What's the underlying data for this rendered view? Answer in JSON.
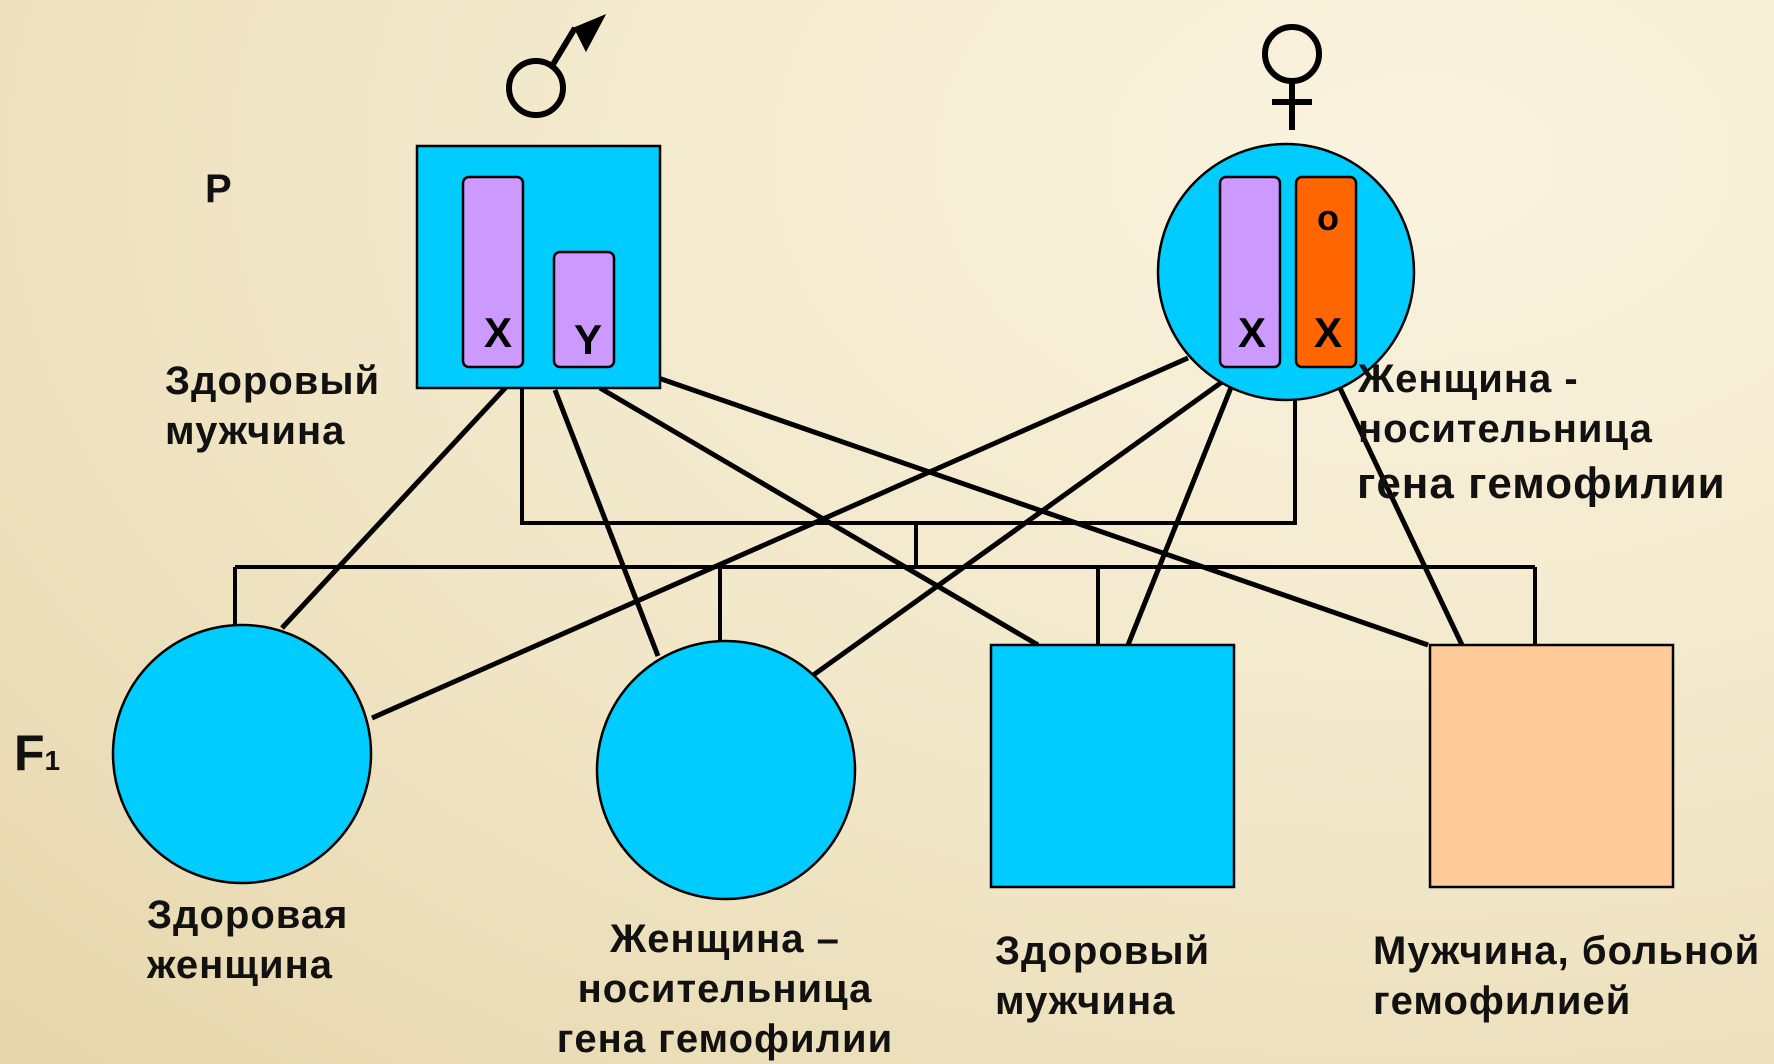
{
  "generation_labels": {
    "parent": "P",
    "f1_base": "F",
    "f1_sub": "1"
  },
  "parents": {
    "father": {
      "symbol": "male-symbol",
      "chromosomes": [
        {
          "letter": "X",
          "color": "#cc99ff"
        },
        {
          "letter": "Y",
          "color": "#cc99ff"
        }
      ],
      "label_lines": [
        "Здоровый",
        "мужчина"
      ]
    },
    "mother": {
      "symbol": "female-symbol",
      "chromosomes": [
        {
          "letter": "X",
          "color": "#cc99ff"
        },
        {
          "letter": "X",
          "color": "#ff6600",
          "marker": "o"
        }
      ],
      "label_lines": [
        "Женщина -",
        "носительница",
        "гена  гемофилии"
      ]
    }
  },
  "offspring": [
    {
      "shape": "circle",
      "fill": "#00ccff",
      "label_lines": [
        "Здоровая",
        "женщина"
      ]
    },
    {
      "shape": "circle",
      "fill": "#00ccff",
      "label_lines": [
        "Женщина –",
        "носительница",
        "гена  гемофилии"
      ]
    },
    {
      "shape": "square",
      "fill": "#00ccff",
      "label_lines": [
        "Здоровый",
        "мужчина"
      ]
    },
    {
      "shape": "square",
      "fill": "#ffcc99",
      "label_lines": [
        "Мужчина, больной",
        "гемофилией"
      ]
    }
  ],
  "colors": {
    "parent_fill": "#00ccff",
    "line": "#000000"
  }
}
